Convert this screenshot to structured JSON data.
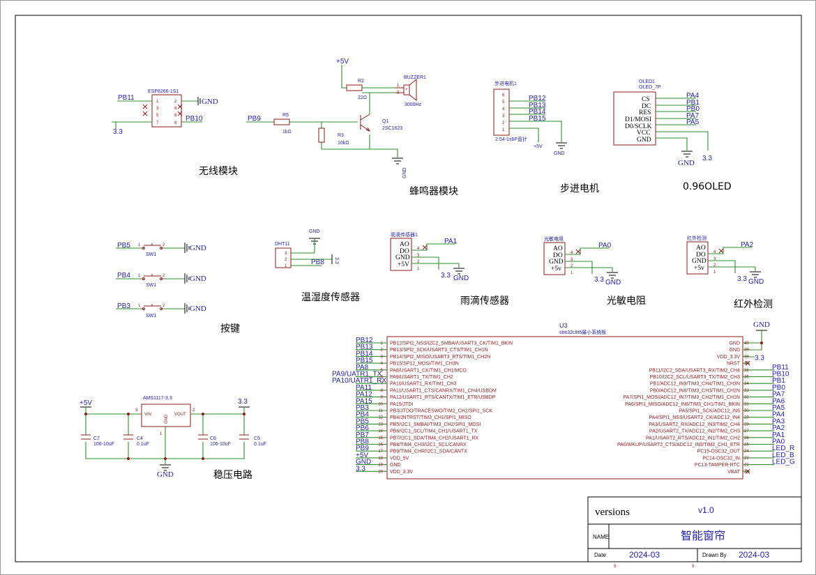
{
  "modules": {
    "wifi": "无线模块",
    "buzzer": "蜂鸣器模块",
    "stepper": "步进电机",
    "oled": "0.96OLED",
    "keys": "按键",
    "dht": "温湿度传感器",
    "rain": "雨滴传感器",
    "light": "光敏电阻",
    "ir": "红外检测",
    "power": "稳压电路"
  },
  "esp": {
    "ref": "ESP8266-1S1",
    "pins": [
      "1",
      "2",
      "3",
      "4",
      "5",
      "6",
      "7",
      "8"
    ],
    "net_pb11": "PB11",
    "net_pb10": "PB10",
    "net_33": "3.3",
    "net_gnd": "GND"
  },
  "buzzer": {
    "net_5v": "+5V",
    "r2": "R2",
    "r2_val": "22Ω",
    "buzzer_ref": "BUZZER1",
    "buzzer_val": "3000Hz",
    "r5": "R5",
    "r5_val": "1kΩ",
    "r3": "R3",
    "r3_val": "10kΩ",
    "q1": "Q1",
    "q1_val": "2SC1623",
    "net_pb9": "PB9",
    "net_gnd": "GND",
    "pin1": "1",
    "pin2": "2",
    "plus": "+"
  },
  "stepper": {
    "ref": "步进电机1",
    "pins": [
      "6",
      "5",
      "4",
      "3",
      "2",
      "1"
    ],
    "nets": [
      "PB12",
      "PB13",
      "PB14",
      "PB15"
    ],
    "footprint": "2.54-1x6P直针",
    "net_5v": "+5V",
    "net_gnd": "GND"
  },
  "oled": {
    "ref": "OLED1",
    "val": "OLED_7P",
    "pin_labels": [
      "CS",
      "DC",
      "RES",
      "D1/MOSI",
      "D0/SCLK",
      "VCC",
      "GND"
    ],
    "nets": [
      "PA4",
      "PB1",
      "PB0",
      "PA7",
      "PA5"
    ],
    "net_gnd": "GND",
    "net_33": "3.3"
  },
  "keys": {
    "items": [
      {
        "net": "PB5",
        "ref": "SW1"
      },
      {
        "net": "PB4",
        "ref": "SW1"
      },
      {
        "net": "PB3",
        "ref": "SW1"
      }
    ],
    "gnd": "GND",
    "p1": "1",
    "p2": "2"
  },
  "dht": {
    "ref": "DHT11",
    "net_gnd": "GND",
    "net_pb8": "PB8",
    "net_33": "3.3",
    "pins": [
      "3",
      "2",
      "1"
    ]
  },
  "rain": {
    "ref": "雨滴传感器1",
    "pin_labels": [
      "AO",
      "DO",
      "GND",
      "+5V"
    ],
    "pins": [
      "4",
      "3",
      "2",
      "1"
    ],
    "net_pa": "PA1",
    "net_33": "3.3",
    "net_gnd": "GND"
  },
  "light": {
    "ref": "光敏电阻",
    "pin_labels": [
      "AO",
      "DO",
      "GND",
      "+5v"
    ],
    "pins": [
      "4",
      "3",
      "2",
      "1"
    ],
    "net_pa": "PA0",
    "net_33": "3.3",
    "net_gnd": "GND"
  },
  "ir": {
    "ref": "红外检测",
    "pin_labels": [
      "AO",
      "DO",
      "GND",
      "+5v"
    ],
    "pins": [
      "4",
      "3",
      "2",
      "1"
    ],
    "net_pa": "PA2",
    "net_33": "3.3",
    "net_gnd": "GND"
  },
  "power": {
    "ic": "AMS1117-3.3",
    "vin": "VIN",
    "vout": "VOUT",
    "gnd": "GND",
    "p3": "3",
    "p2": "2",
    "p1": "1",
    "net_5v": "+5V",
    "net_33": "3.3",
    "net_gnd": "GND",
    "caps": [
      {
        "ref": "C7",
        "val": "106-10uF"
      },
      {
        "ref": "C4",
        "val": "0.1uF"
      },
      {
        "ref": "C6",
        "val": "106-10uF"
      },
      {
        "ref": "C5",
        "val": "0.1uF"
      }
    ]
  },
  "mcu": {
    "ref": "U3",
    "val": "stm32c8t6最小系统板",
    "left_pins": [
      {
        "n": "1",
        "name": "PB12/SPI2_NSS/I2C2_SMBAI/USART3_CK/TIM1_BKIN",
        "net": "PB12"
      },
      {
        "n": "2",
        "name": "PB13/SPI2_SCK/USART3_CTS/TIM1_CH1N",
        "net": "PB13"
      },
      {
        "n": "3",
        "name": "PB14/SPI2_MISO/USART3_RTS/TIM1_CH2N",
        "net": "PB14"
      },
      {
        "n": "4",
        "name": "PB15/SP12_MOSI/TIM1_CH3N",
        "net": "PB15"
      },
      {
        "n": "5",
        "name": "PA8/USART1_CK/TIM1_CH1/MCO",
        "net": "PA8"
      },
      {
        "n": "6",
        "name": "PA9/USART1_TX/TIM1_CH2",
        "net": "PA9/UATR1_TX"
      },
      {
        "n": "7",
        "name": "PA10/USART1_RX/TIM1_CH3",
        "net": "PA10/UATR1_RX"
      },
      {
        "n": "8",
        "name": "PA11/USART1_CTS/CANRX/TIM1_CH4/USBDM",
        "net": "PA11"
      },
      {
        "n": "9",
        "name": "PA12/USART1_RTS/CANTX/TIM1_ETR/USBDP",
        "net": "PA12"
      },
      {
        "n": "10",
        "name": "PA15/JTDI",
        "net": "PA15"
      },
      {
        "n": "11",
        "name": "PB3/JTDO/TRACESWO/TIM2_CH2/SPI1_SCK",
        "net": "PB3"
      },
      {
        "n": "12",
        "name": "PB4/JNTRST/TIM3_CH1/SPI1_MISO",
        "net": "PB4"
      },
      {
        "n": "13",
        "name": "PB5/I2C1_SMBAI/TIM3_CH2/SPI1_MOSI",
        "net": "PB5"
      },
      {
        "n": "14",
        "name": "PB6/I2C1_SCL/TIM4_CH1/USART1_TX",
        "net": "PB6"
      },
      {
        "n": "15",
        "name": "PB7/I2C1_SDA/TIM4_CH2/USART1_RX",
        "net": "PB7"
      },
      {
        "n": "16",
        "name": "PB8/TIM4_CH3/I2C1_SCL/CANRX",
        "net": "PB8"
      },
      {
        "n": "17",
        "name": "PB9/TIM4_CHR/I2C1_SDA/CANTX",
        "net": "PB9"
      },
      {
        "n": "18",
        "name": "VDD_5V",
        "net": "+5V"
      },
      {
        "n": "19",
        "name": "GND",
        "net": "GND"
      },
      {
        "n": "20",
        "name": "VDD_3.3V",
        "net": "3.3"
      }
    ],
    "right_pins": [
      {
        "n": "40",
        "name": "GND",
        "net": ""
      },
      {
        "n": "39",
        "name": "GND",
        "net": ""
      },
      {
        "n": "38",
        "name": "VDD_3.3V",
        "net": "3.3"
      },
      {
        "n": "37",
        "name": "NRST",
        "net": ""
      },
      {
        "n": "36",
        "name": "PB11/I2C2_SDA/USART3_RX/TIM2_CH4",
        "net": "PB11"
      },
      {
        "n": "35",
        "name": "PB10/I2C2_SCL/USART3_TX/TIM2_CH3",
        "net": "PB10"
      },
      {
        "n": "34",
        "name": "PB1/ADC12_IN9/TIM3_CH4/TIM1_CH3N",
        "net": "PB1"
      },
      {
        "n": "33",
        "name": "PB0/ADC12_IN8/TIM3_CH3/TIM1_CH2N",
        "net": "PB0"
      },
      {
        "n": "32",
        "name": "PA7/SPI1_MOSI/ADC12_IN7/TIM3_CH2/TIM1_CH1N",
        "net": "PA7"
      },
      {
        "n": "31",
        "name": "PA6/SPI1_MISO/ADC12_IN6/TIM3_CH1/TIM1_BKIN",
        "net": "PA6"
      },
      {
        "n": "30",
        "name": "PA5/SPI1_SCK/ADC12_IN5",
        "net": "PA5"
      },
      {
        "n": "29",
        "name": "PA4/SPI1_NSS/USART2_CK/ADC12_IN4",
        "net": "PA4"
      },
      {
        "n": "28",
        "name": "PA3/USART2_RX/ADC12_IN3/TIM2_CH4",
        "net": "PA3"
      },
      {
        "n": "27",
        "name": "PA2/USART2_TX/ADC12_IN2/TIM2_CH3",
        "net": "PA2"
      },
      {
        "n": "26",
        "name": "PA1/USART2_RTS/ADC12_IN1/TIM2_CH2",
        "net": "PA1"
      },
      {
        "n": "25",
        "name": "PA0/WKUP/USART2_CTS/ADC12_IN0/TIM2_CH1_ETR",
        "net": "PA0"
      },
      {
        "n": "24",
        "name": "PC15-OSC32_OUT",
        "net": "LED_R"
      },
      {
        "n": "23",
        "name": "PC14-OSC32_IN",
        "net": "LED_B"
      },
      {
        "n": "22",
        "name": "PC13-TAMPER-RTC",
        "net": "LED_G"
      },
      {
        "n": "21",
        "name": "VBAT",
        "net": ""
      }
    ],
    "net_gnd_top": "GND"
  },
  "title_block": {
    "versions_label": "versions",
    "version": "v1.0",
    "name_label": "NAME",
    "name": "智能窗帘",
    "date_label": "Date",
    "date": "2024-03",
    "drawn_label": "Drawn By",
    "drawn": "2024-03",
    "tick1": "5",
    "tick2": "5"
  }
}
